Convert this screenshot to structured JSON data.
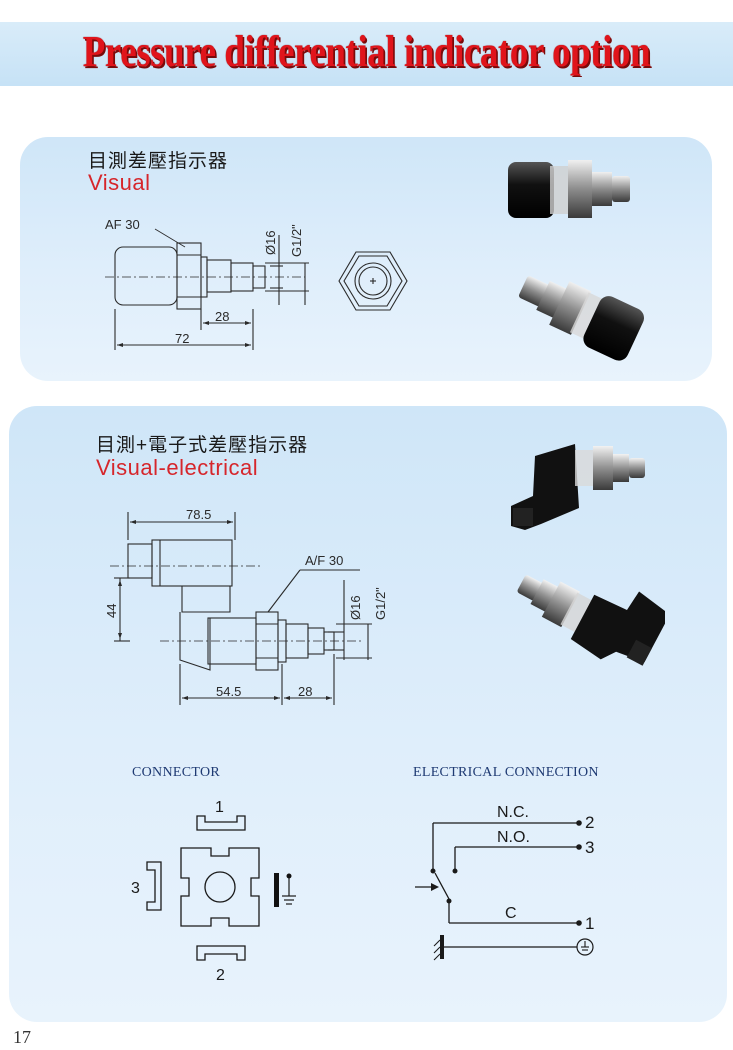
{
  "page_title": "Pressure differential indicator option",
  "visual_section": {
    "chinese_title": "目測差壓指示器",
    "english_title": "Visual",
    "dims": {
      "af": "AF 30",
      "dia": "Ø16",
      "thread": "G1/2\"",
      "len_short": "28",
      "len_total": "72"
    }
  },
  "visual_electrical_section": {
    "chinese_title": "目測+電子式差壓指示器",
    "english_title": "Visual-electrical",
    "dims": {
      "top": "78.5",
      "af": "A/F 30",
      "dia": "Ø16",
      "thread": "G1/2\"",
      "height": "44",
      "len_a": "54.5",
      "len_b": "28"
    }
  },
  "connector": {
    "heading": "CONNECTOR",
    "pins": {
      "p1": "1",
      "p2": "2",
      "p3": "3"
    }
  },
  "electrical_connection": {
    "heading": "ELECTRICAL CONNECTION",
    "nc": "N.C.",
    "no": "N.O.",
    "c": "C",
    "t2": "2",
    "t3": "3",
    "t1": "1"
  },
  "page_number": "17"
}
